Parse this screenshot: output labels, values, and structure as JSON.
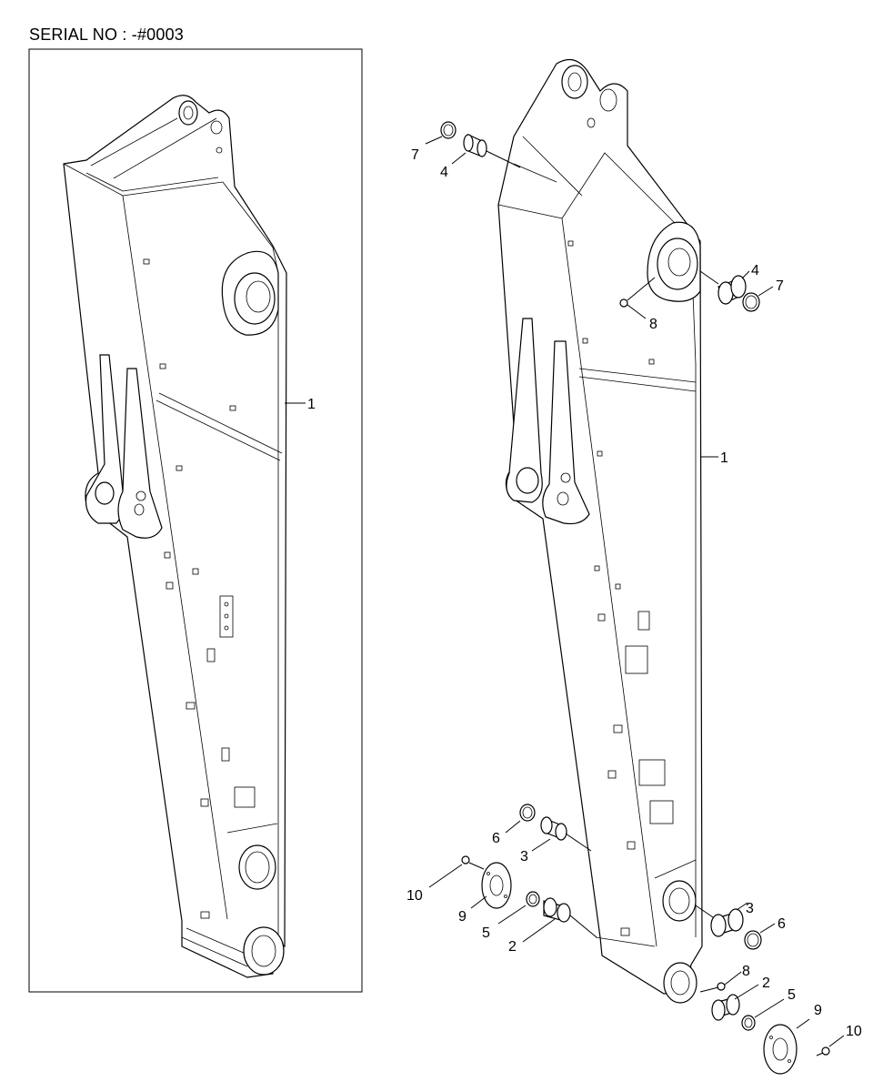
{
  "header": {
    "serial_label": "SERIAL NO : -#0003"
  },
  "diagram": {
    "left_view": {
      "callouts": [
        "1"
      ]
    },
    "right_view": {
      "callouts": [
        "7",
        "4",
        "4",
        "7",
        "8",
        "1",
        "6",
        "3",
        "3",
        "10",
        "9",
        "5",
        "6",
        "2",
        "8",
        "2",
        "5",
        "9",
        "10"
      ]
    }
  }
}
